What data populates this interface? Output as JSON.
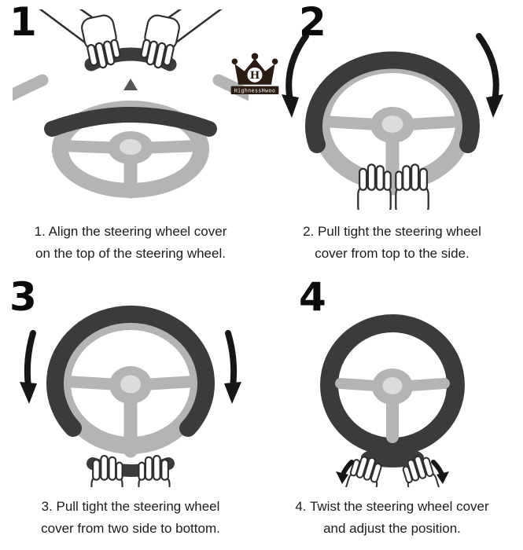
{
  "logo": {
    "letter": "H",
    "name": "HighnessHwoo"
  },
  "steps": [
    {
      "number": "1",
      "caption_line1": "1. Align the steering wheel cover",
      "caption_line2": "on the top of the steering wheel."
    },
    {
      "number": "2",
      "caption_line1": "2. Pull tight the steering wheel",
      "caption_line2": "cover from top to the side."
    },
    {
      "number": "3",
      "caption_line1": "3. Pull tight the steering wheel",
      "caption_line2": "cover from two side to bottom."
    },
    {
      "number": "4",
      "caption_line1": "4. Twist the steering wheel cover",
      "caption_line2": "and adjust the position."
    }
  ],
  "colors": {
    "wheel_gray": "#b4b4b4",
    "hub_light": "#dcdcdc",
    "cover_dark": "#3b3b3b",
    "arrow_black": "#161616",
    "crown_dark": "#2a1c12",
    "text_dark": "#1c1c1c",
    "background": "#ffffff"
  }
}
